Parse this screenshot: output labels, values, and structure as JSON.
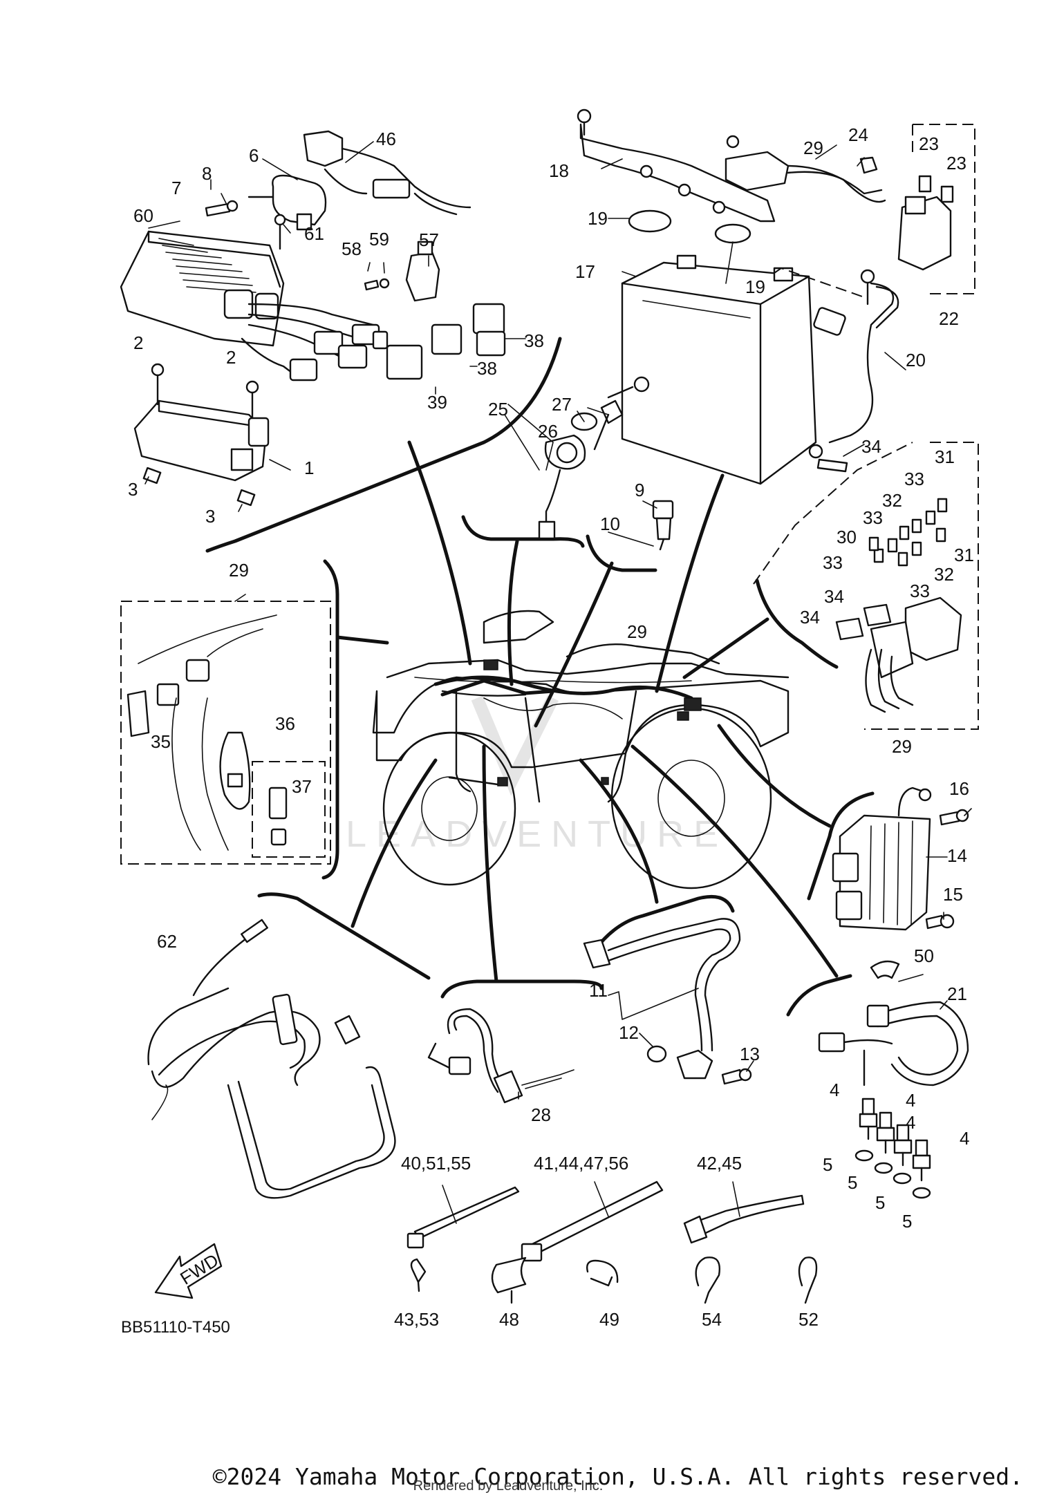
{
  "diagram_code": "BB51110-T450",
  "copyright": "©2024 Yamaha Motor Corporation, U.S.A. All rights reserved.",
  "rendered_by": "Rendered by Leadventure, Inc.",
  "watermark": "LEADVENTURE",
  "fwd_label": "FWD",
  "callouts": {
    "c1": "1",
    "c2a": "2",
    "c2b": "2",
    "c3a": "3",
    "c3b": "3",
    "c4a": "4",
    "c4b": "4",
    "c4c": "4",
    "c4d": "4",
    "c5a": "5",
    "c5b": "5",
    "c5c": "5",
    "c5d": "5",
    "c6": "6",
    "c7": "7",
    "c8": "8",
    "c9": "9",
    "c10": "10",
    "c11": "11",
    "c12": "12",
    "c13": "13",
    "c14": "14",
    "c15": "15",
    "c16": "16",
    "c17": "17",
    "c18": "18",
    "c19a": "19",
    "c19b": "19",
    "c20": "20",
    "c21": "21",
    "c22": "22",
    "c23a": "23",
    "c23b": "23",
    "c24": "24",
    "c25": "25",
    "c26": "26",
    "c27": "27",
    "c28": "28",
    "c29a": "29",
    "c29b": "29",
    "c29c": "29",
    "c29d": "29",
    "c30": "30",
    "c31a": "31",
    "c31b": "31",
    "c32a": "32",
    "c32b": "32",
    "c33a": "33",
    "c33b": "33",
    "c33c": "33",
    "c33d": "33",
    "c34a": "34",
    "c34b": "34",
    "c34c": "34",
    "c35": "35",
    "c36": "36",
    "c37": "37",
    "c38a": "38",
    "c38b": "38",
    "c39": "39",
    "c40": "40,51,55",
    "c41": "41,44,47,56",
    "c42": "42,45",
    "c43": "43,53",
    "c46": "46",
    "c48": "48",
    "c49": "49",
    "c50": "50",
    "c52": "52",
    "c54": "54",
    "c57": "57",
    "c58": "58",
    "c59": "59",
    "c60": "60",
    "c61": "61",
    "c62": "62"
  }
}
